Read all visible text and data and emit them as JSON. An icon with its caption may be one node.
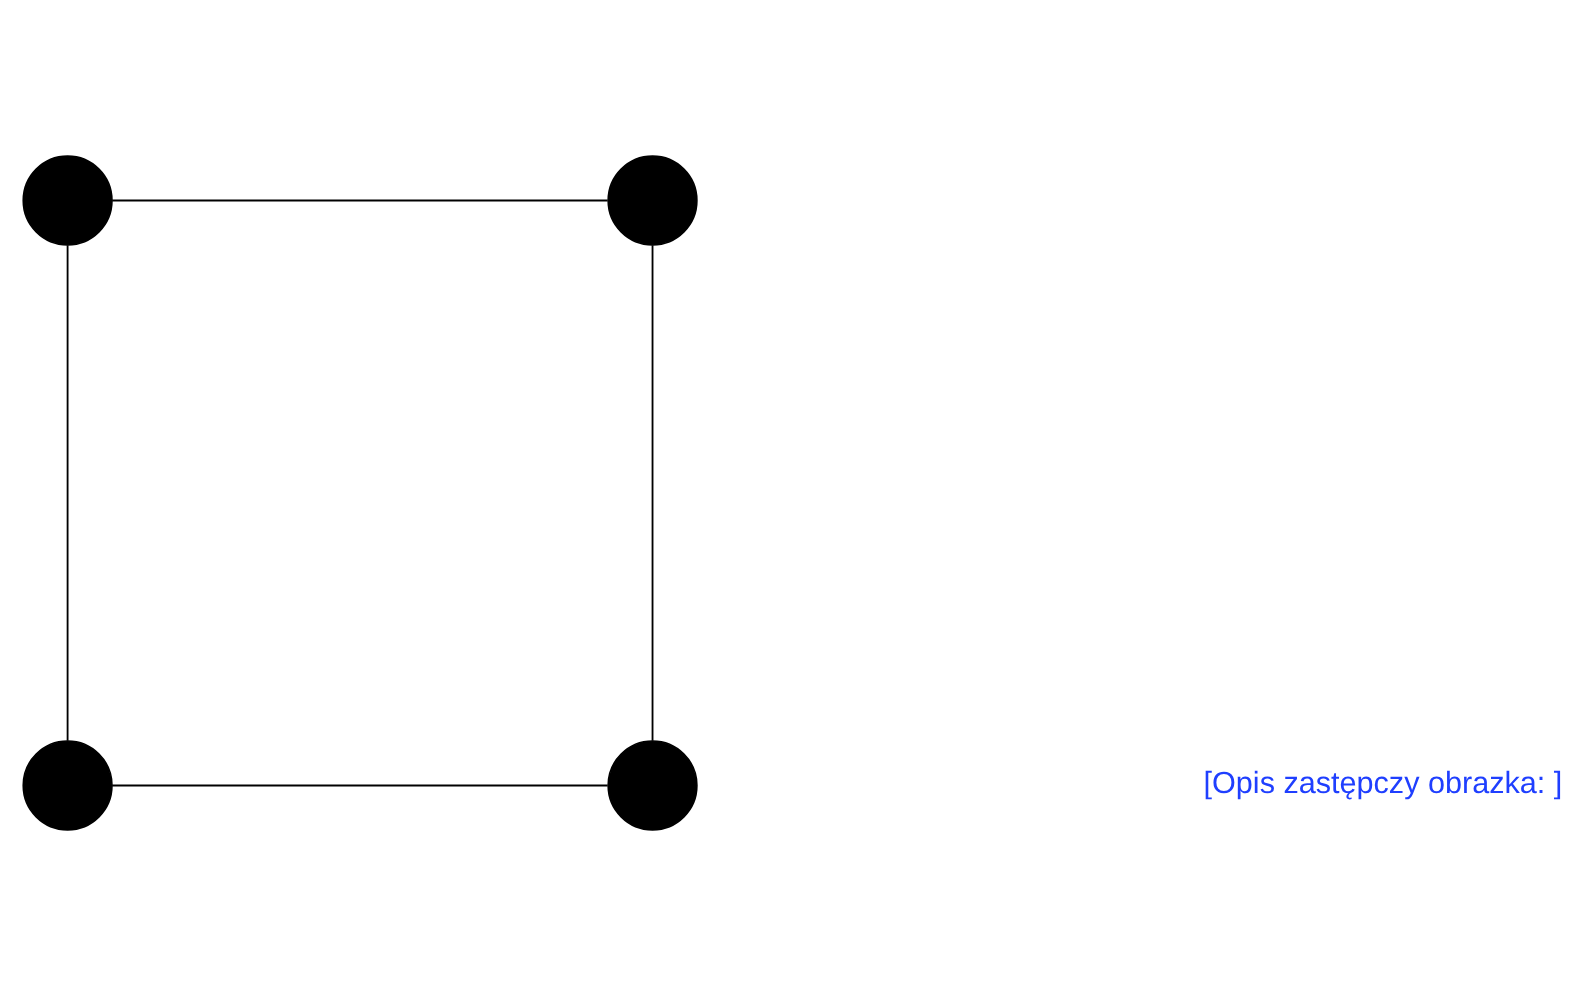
{
  "diagram": {
    "nodes": [
      {
        "text": [],
        "shape": "circle"
      },
      {
        "text": [],
        "shape": "circle"
      },
      {
        "text": [],
        "shape": "circle"
      },
      {
        "text": [],
        "shape": "circle"
      }
    ],
    "edges": [
      {
        "from": 0,
        "to": 1,
        "arrow": "none"
      },
      {
        "from": 0,
        "to": 2,
        "arrow": "none"
      },
      {
        "from": 1,
        "to": 3,
        "arrow": "none"
      },
      {
        "from": 2,
        "to": 3,
        "arrow": "none"
      }
    ],
    "labels": [
      "[Opis zastępczy obrazka: ]"
    ]
  }
}
